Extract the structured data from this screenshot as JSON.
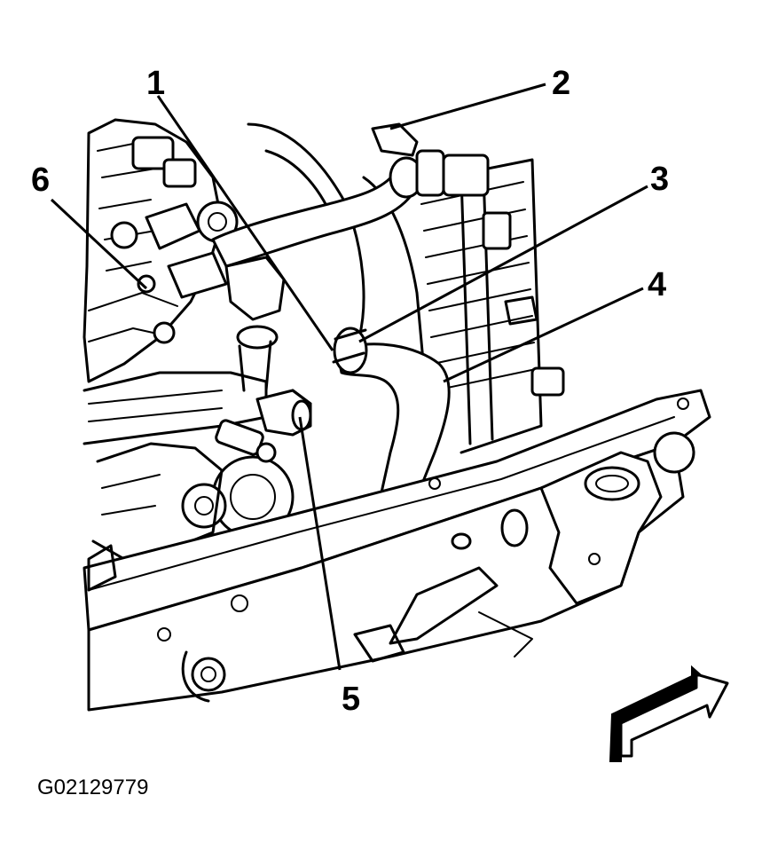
{
  "figure_id": "G02129779",
  "callouts": [
    {
      "id": "1",
      "label": "1"
    },
    {
      "id": "2",
      "label": "2"
    },
    {
      "id": "3",
      "label": "3"
    },
    {
      "id": "4",
      "label": "4"
    },
    {
      "id": "5",
      "label": "5"
    },
    {
      "id": "6",
      "label": "6"
    }
  ],
  "icons": {
    "direction_arrow": "front-direction-arrow-icon"
  }
}
